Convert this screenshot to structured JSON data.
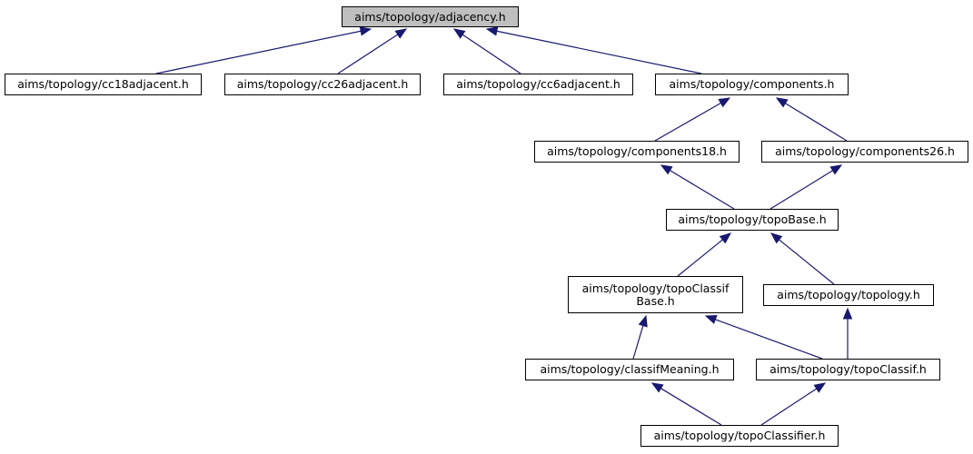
{
  "colors": {
    "edge": "#191970",
    "root_fill": "#bfbfbf",
    "node_fill": "#ffffff",
    "border": "#000000"
  },
  "nodes": {
    "adjacency": {
      "label": "aims/topology/adjacency.h"
    },
    "cc18adjacent": {
      "label": "aims/topology/cc18adjacent.h"
    },
    "cc26adjacent": {
      "label": "aims/topology/cc26adjacent.h"
    },
    "cc6adjacent": {
      "label": "aims/topology/cc6adjacent.h"
    },
    "components": {
      "label": "aims/topology/components.h"
    },
    "components18": {
      "label": "aims/topology/components18.h"
    },
    "components26": {
      "label": "aims/topology/components26.h"
    },
    "topoBase": {
      "label": "aims/topology/topoBase.h"
    },
    "topoClassifBase": {
      "label_line1": "aims/topology/topoClassif",
      "label_line2": "Base.h"
    },
    "topology": {
      "label": "aims/topology/topology.h"
    },
    "classifMeaning": {
      "label": "aims/topology/classifMeaning.h"
    },
    "topoClassif": {
      "label": "aims/topology/topoClassif.h"
    },
    "topoClassifier": {
      "label": "aims/topology/topoClassifier.h"
    }
  },
  "edges": [
    {
      "from": "cc18adjacent",
      "to": "adjacency"
    },
    {
      "from": "cc26adjacent",
      "to": "adjacency"
    },
    {
      "from": "cc6adjacent",
      "to": "adjacency"
    },
    {
      "from": "components",
      "to": "adjacency"
    },
    {
      "from": "components18",
      "to": "components"
    },
    {
      "from": "components26",
      "to": "components"
    },
    {
      "from": "topoBase",
      "to": "components18"
    },
    {
      "from": "topoBase",
      "to": "components26"
    },
    {
      "from": "topoClassifBase",
      "to": "topoBase"
    },
    {
      "from": "topology",
      "to": "topoBase"
    },
    {
      "from": "classifMeaning",
      "to": "topoClassifBase"
    },
    {
      "from": "topoClassif",
      "to": "topoClassifBase"
    },
    {
      "from": "topoClassif",
      "to": "topology"
    },
    {
      "from": "topoClassifier",
      "to": "classifMeaning"
    },
    {
      "from": "topoClassifier",
      "to": "topoClassif"
    }
  ]
}
